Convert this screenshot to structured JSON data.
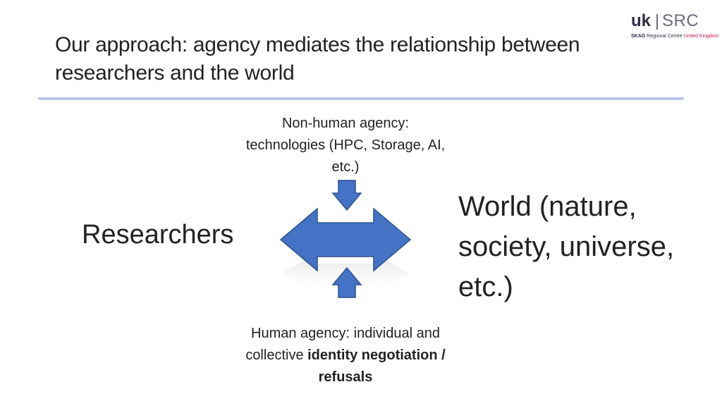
{
  "slide": {
    "title_line1": "Our approach: agency mediates the relationship between",
    "title_line2": "researchers and the world"
  },
  "logo": {
    "uk": "uk",
    "src": "SRC",
    "sub_skao": "SKAO",
    "sub_rc": " Regional Centre ",
    "sub_ukn": "United Kingdom"
  },
  "diagram": {
    "top_label_line1": "Non-human agency:",
    "top_label_line2": "technologies (HPC, Storage, AI,",
    "top_label_line3": "etc.)",
    "left_label": "Researchers",
    "right_label_line1": "World (nature,",
    "right_label_line2": "society, universe,",
    "right_label_line3": "etc.)",
    "bottom_label_line1": "Human agency: individual and",
    "bottom_label_line2_plain": "collective ",
    "bottom_label_line2_bold": "identity negotiation /",
    "bottom_label_line3_bold": "refusals",
    "colors": {
      "arrow_fill": "#4472c4",
      "arrow_stroke": "#2f528f"
    }
  }
}
